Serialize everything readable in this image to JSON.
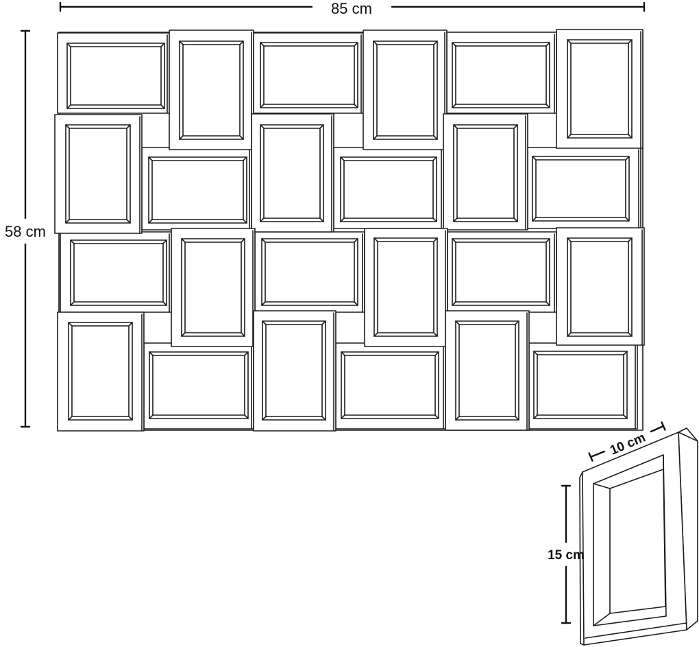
{
  "dimensions": {
    "width_label": "85 cm",
    "height_label": "58 cm",
    "frame_width_label": "10 cm",
    "frame_height_label": "15 cm"
  }
}
